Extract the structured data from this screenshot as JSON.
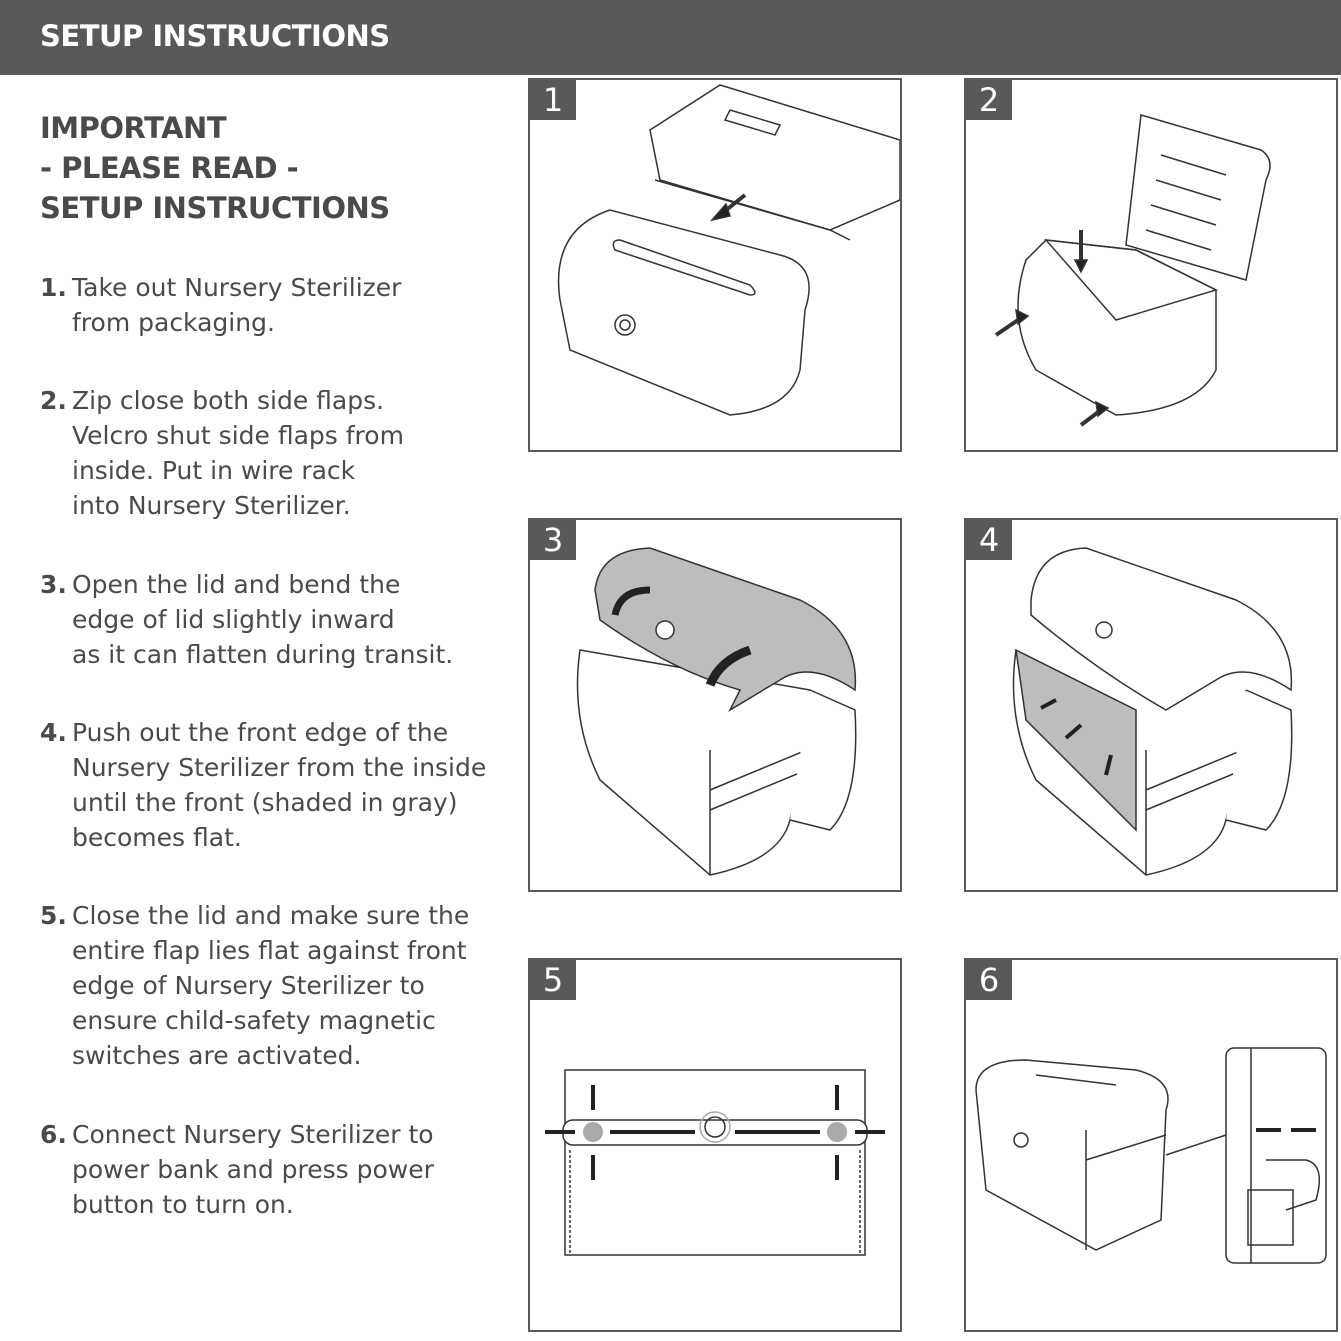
{
  "header": {
    "title": "SETUP INSTRUCTIONS"
  },
  "important": {
    "lines": [
      "IMPORTANT",
      "- PLEASE READ -",
      "SETUP INSTRUCTIONS"
    ]
  },
  "steps": [
    {
      "num": "1.",
      "lines": [
        "Take out Nursery Sterilizer",
        "from packaging."
      ]
    },
    {
      "num": "2.",
      "lines": [
        "Zip close both side flaps.",
        "Velcro shut side flaps from",
        "inside. Put in wire rack",
        "into Nursery Sterilizer."
      ]
    },
    {
      "num": "3.",
      "lines": [
        "Open the lid and bend the",
        "edge of lid slightly inward",
        "as it can flatten during transit."
      ]
    },
    {
      "num": "4.",
      "lines": [
        "Push out the front edge of the",
        "Nursery Sterilizer from the inside",
        "until the front (shaded in gray)",
        "becomes flat."
      ]
    },
    {
      "num": "5.",
      "lines": [
        "Close the lid and make sure the",
        "entire flap lies flat against front",
        "edge of Nursery Sterilizer to",
        "ensure child-safety magnetic",
        "switches are activated."
      ]
    },
    {
      "num": "6.",
      "lines": [
        "Connect Nursery Sterilizer to",
        "power bank and press power",
        "button to turn on."
      ]
    }
  ],
  "panels": [
    {
      "label": "1"
    },
    {
      "label": "2"
    },
    {
      "label": "3"
    },
    {
      "label": "4"
    },
    {
      "label": "5"
    },
    {
      "label": "6"
    }
  ],
  "colors": {
    "header": "#58595b",
    "text": "#4a4a4c",
    "shade": "#bcbdbf"
  }
}
